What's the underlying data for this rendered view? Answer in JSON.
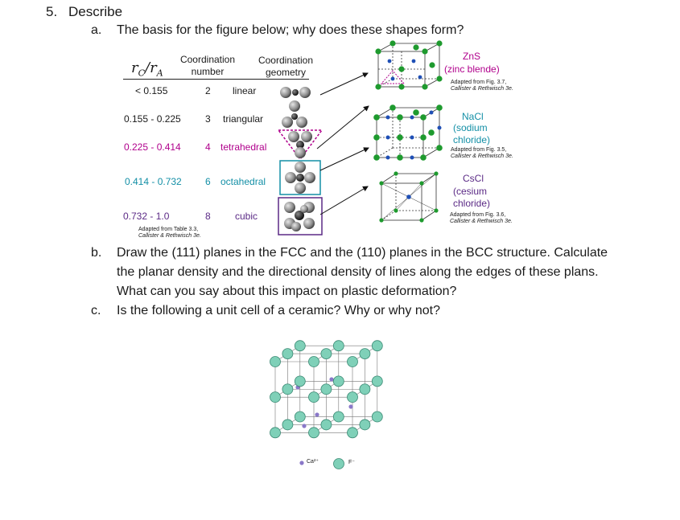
{
  "question": {
    "number": "5.",
    "title": "Describe"
  },
  "part_a": {
    "label": "a.",
    "text": "The basis for the figure below; why does these shapes form?",
    "table": {
      "ratio_symbol": "r",
      "ratio_sub_c": "C",
      "ratio_slash": "/",
      "ratio_sub_a": "A",
      "col_cn": "Coordination number",
      "col_cn_line1": "Coordination",
      "col_cn_line2": "number",
      "col_geom_line1": "Coordination",
      "col_geom_line2": "geometry",
      "rows": [
        {
          "range": "< 0.155",
          "cn": "2",
          "geometry": "linear",
          "color": "#1a1a1a"
        },
        {
          "range": "0.155 - 0.225",
          "cn": "3",
          "geometry": "triangular",
          "color": "#1a1a1a"
        },
        {
          "range": "0.225 - 0.414",
          "cn": "4",
          "geometry": "tetrahedral",
          "color": "#b0008c"
        },
        {
          "range": "0.414 - 0.732",
          "cn": "6",
          "geometry": "octahedral",
          "color": "#138fa6"
        },
        {
          "range": "0.732 - 1.0",
          "cn": "8",
          "geometry": "cubic",
          "color": "#5b2a86"
        }
      ],
      "credit_line1": "Adapted from Table 3.3,",
      "credit_line2": "Callister & Rethwisch 3e."
    },
    "structures": [
      {
        "formula": "ZnS",
        "name_lines": [
          "(zinc blende)"
        ],
        "color": "#b0008c",
        "credit_line1": "Adapted from Fig. 3.7,",
        "credit_line2": "Callister & Rethwisch 3e."
      },
      {
        "formula": "NaCl",
        "name_lines": [
          "(sodium",
          "chloride)"
        ],
        "color": "#138fa6",
        "credit_line1": "Adapted from Fig. 3.5,",
        "credit_line2": "Callister & Rethwisch 3e."
      },
      {
        "formula": "CsCl",
        "name_lines": [
          "(cesium",
          "chloride)"
        ],
        "color": "#5b2a86",
        "credit_line1": "Adapted from Fig. 3.6,",
        "credit_line2": "Callister & Rethwisch 3e."
      }
    ]
  },
  "part_b": {
    "label": "b.",
    "lines": [
      "Draw the (111) planes in the FCC and the (110) planes in the BCC structure. Calculate",
      "the planar density and the directional density of lines along the edges of these plans.",
      "What can you say about this impact on plastic deformation?"
    ]
  },
  "part_c": {
    "label": "c.",
    "text": "Is the following a unit cell of a ceramic? Why or why not?",
    "legend": {
      "cation": "Ca²⁺",
      "anion": "F⁻"
    }
  },
  "colors": {
    "magenta": "#b0008c",
    "teal": "#138fa6",
    "purple": "#5b2a86",
    "green_atom": "#1e9a2e",
    "blue_atom": "#1f4fb5",
    "fluorite_atom": "#7fd0b8",
    "calcium_atom": "#8a78c8"
  }
}
